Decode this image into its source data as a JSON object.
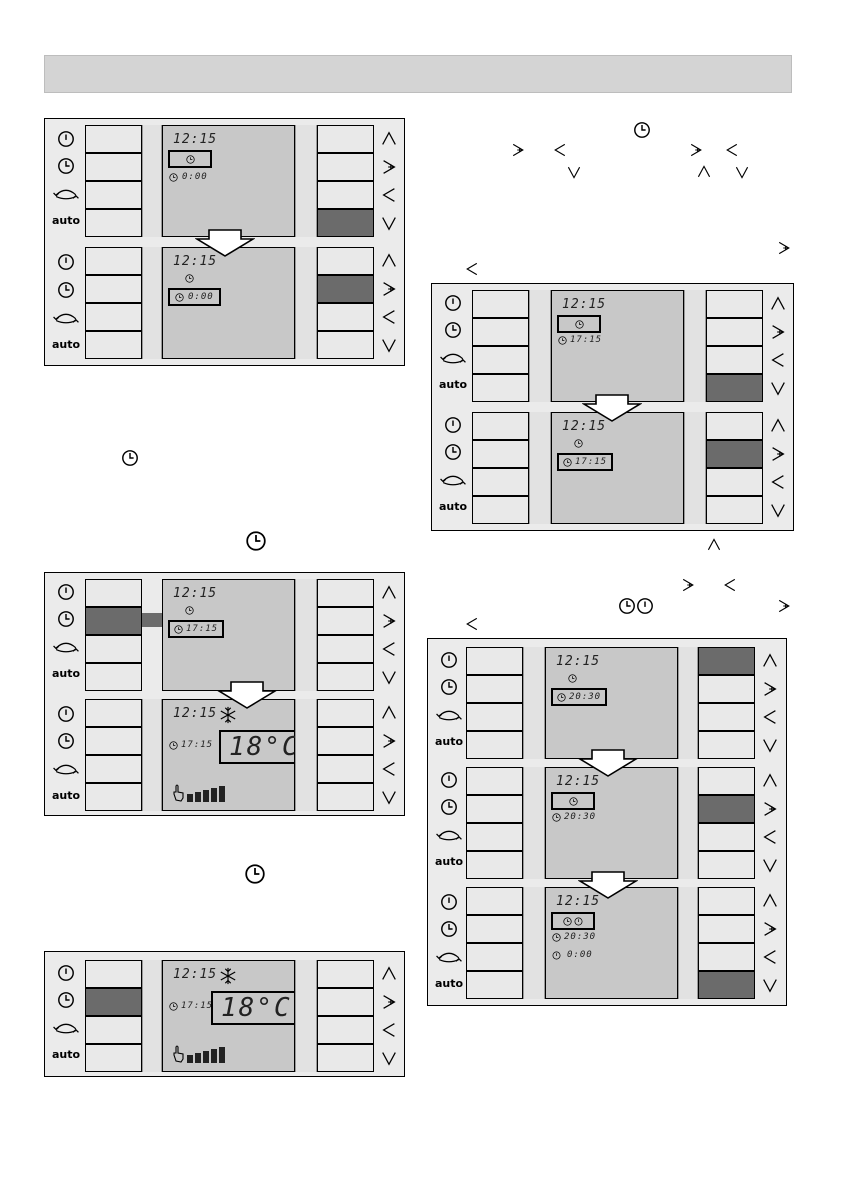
{
  "icons": {
    "power": "power-icon",
    "clock": "clock-icon",
    "swing": "swing-icon",
    "auto": "auto",
    "up": "chevron-up-icon",
    "right": "chevron-right-icon",
    "left": "chevron-left-icon",
    "down": "chevron-down-icon"
  },
  "colors": {
    "active_button": "#6b6b6b",
    "lcd_bg": "#c8c8c8",
    "panel_bg": "#ebebeb",
    "header_bar": "#d4d4d4"
  },
  "panel_a": {
    "top": {
      "time": "12:15",
      "timer": "0:00"
    },
    "bottom": {
      "time": "12:15",
      "timer": "0:00"
    }
  },
  "panel_b": {
    "top": {
      "time": "12:15",
      "timer": "17:15"
    },
    "bottom": {
      "time": "12:15",
      "timer": "17:15",
      "temp": "18°C"
    }
  },
  "panel_c": {
    "time": "12:15",
    "timer": "17:15",
    "temp": "18°C"
  },
  "panel_d": {
    "top": {
      "time": "12:15",
      "timer": "17:15"
    },
    "bottom": {
      "time": "12:15",
      "timer": "17:15"
    }
  },
  "panel_e": {
    "top": {
      "time": "12:15",
      "timer": "20:30"
    },
    "middle": {
      "time": "12:15",
      "timer": "20:30"
    },
    "bottom": {
      "time": "12:15",
      "timer": "20:30",
      "timer2": "0:00"
    }
  }
}
